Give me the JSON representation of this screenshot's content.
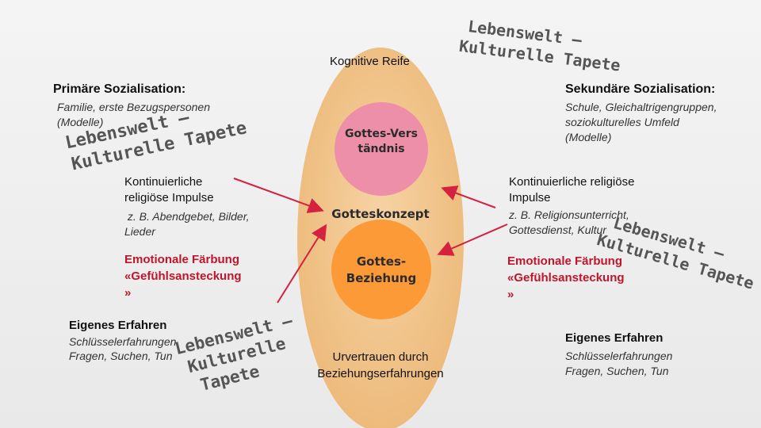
{
  "center": {
    "top_label": "Kognitive Reife",
    "pink_circle": "Gottes-Verständnis",
    "middle_label": "Gotteskonzept",
    "orange_circle": "Gottes-Beziehung",
    "bottom_label": "Urvertrauen durch Beziehungserfahrungen"
  },
  "left": {
    "heading": "Primäre Sozialisation:",
    "sub1": "Familie, erste Bezugspersonen",
    "sub2": "(Modelle)",
    "impulse1": "Kontinuierliche",
    "impulse2": "religiöse Impulse",
    "examples1": " z. B. Abendgebet, Bilder,",
    "examples2": "Lieder",
    "emotion1": "Emotionale Färbung",
    "emotion2": "«Gefühlsansteckung",
    "emotion3": "»",
    "own_heading": "Eigenes Erfahren",
    "own1": "Schlüsselerfahrungen",
    "own2": "Fragen, Suchen, Tun"
  },
  "right": {
    "heading": "Sekundäre Sozialisation:",
    "sub1": "Schule, Gleichaltrigengruppen,",
    "sub2": "soziokulturelles Umfeld",
    "sub3": "(Modelle)",
    "impulse1": "Kontinuierliche religiöse",
    "impulse2": "Impulse",
    "examples1": "z. B. Religionsunterricht,",
    "examples2": "Gottesdienst, Kultur",
    "emotion1": "Emotionale Färbung",
    "emotion2": "«Gefühlsansteckung",
    "emotion3": "»",
    "own_heading": "Eigenes Erfahren",
    "own1": "Schlüsselerfahrungen",
    "own2": "Fragen, Suchen, Tun"
  },
  "scrawls": {
    "top_right": [
      "Lebenswelt –",
      "Kulturelle Tapete"
    ],
    "left_upper": [
      "Lebenswelt –",
      "Kulturelle Tapete"
    ],
    "left_lower": [
      "Lebenswelt –",
      "Kulturelle",
      "Tapete"
    ],
    "right_middle": [
      "Lebenswelt –",
      "Kulturelle Tapete"
    ]
  },
  "colors": {
    "ellipse": "#f1c289",
    "pink": "#ee8fa9",
    "orange": "#fb9a37",
    "arrow": "#d4213f"
  }
}
